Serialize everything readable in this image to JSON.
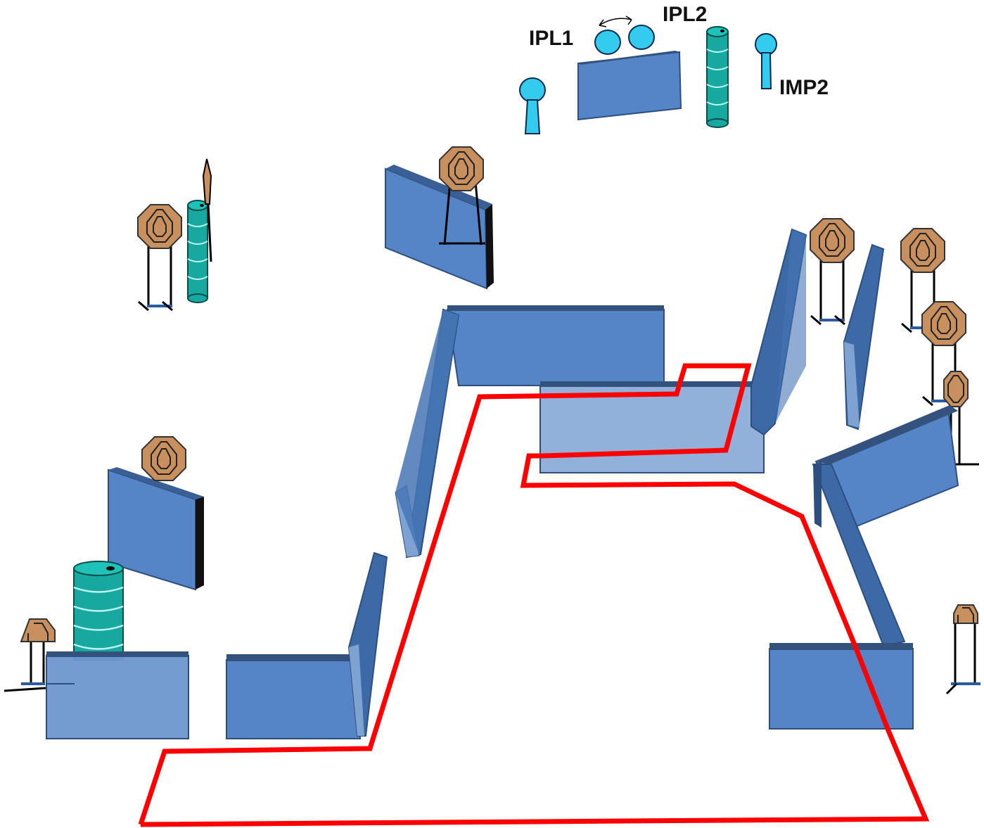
{
  "labels": {
    "ipl1": "IPL1",
    "ipl2": "IPL2",
    "imp2": "IMP2"
  },
  "colors": {
    "wall_front": "#5585c6",
    "wall_side": "#3d6aa6",
    "wall_top": "#34527e",
    "wall_light": "#7ea3d3",
    "shooting_area_outline": "#ff0000",
    "paper_target": "#c8905f",
    "barrel": "#17a8a0",
    "popper": "#33ccee",
    "stand": "#000000"
  },
  "icons": {
    "paper_target": "octagon-paper-target-icon",
    "barrel": "barrel-icon",
    "popper": "steel-popper-icon",
    "plate": "steel-plate-icon",
    "swing_arrow": "swing-arrow-icon"
  }
}
